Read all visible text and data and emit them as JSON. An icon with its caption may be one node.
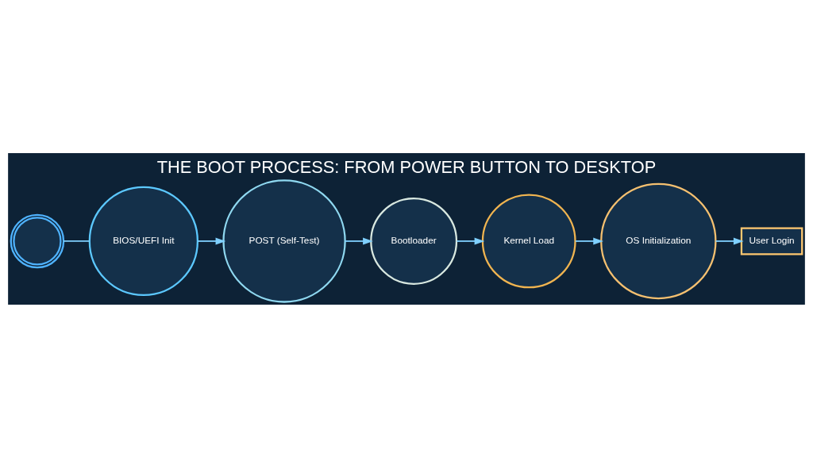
{
  "diagram": {
    "title": "THE BOOT PROCESS: FROM POWER BUTTON TO DESKTOP",
    "nodes": [
      {
        "text": [],
        "shape": "circle"
      },
      {
        "text": [
          "BIOS/UEFI Init"
        ]
      },
      {
        "text": [
          "POST (Self-Test)"
        ]
      },
      {
        "text": [
          "Bootloader"
        ]
      },
      {
        "text": [
          "Kernel Load"
        ]
      },
      {
        "text": [
          "OS Initialization"
        ]
      },
      {
        "text": [
          "User Login"
        ]
      }
    ],
    "edges": [
      {
        "from": 0,
        "to": 1,
        "arrow": "none"
      },
      {
        "from": 1,
        "to": 2,
        "arrow": "to"
      },
      {
        "from": 2,
        "to": 3,
        "arrow": "to"
      },
      {
        "from": 3,
        "to": 4,
        "arrow": "to"
      },
      {
        "from": 4,
        "to": 5,
        "arrow": "to"
      },
      {
        "from": 5,
        "to": 6,
        "arrow": "to"
      }
    ]
  }
}
